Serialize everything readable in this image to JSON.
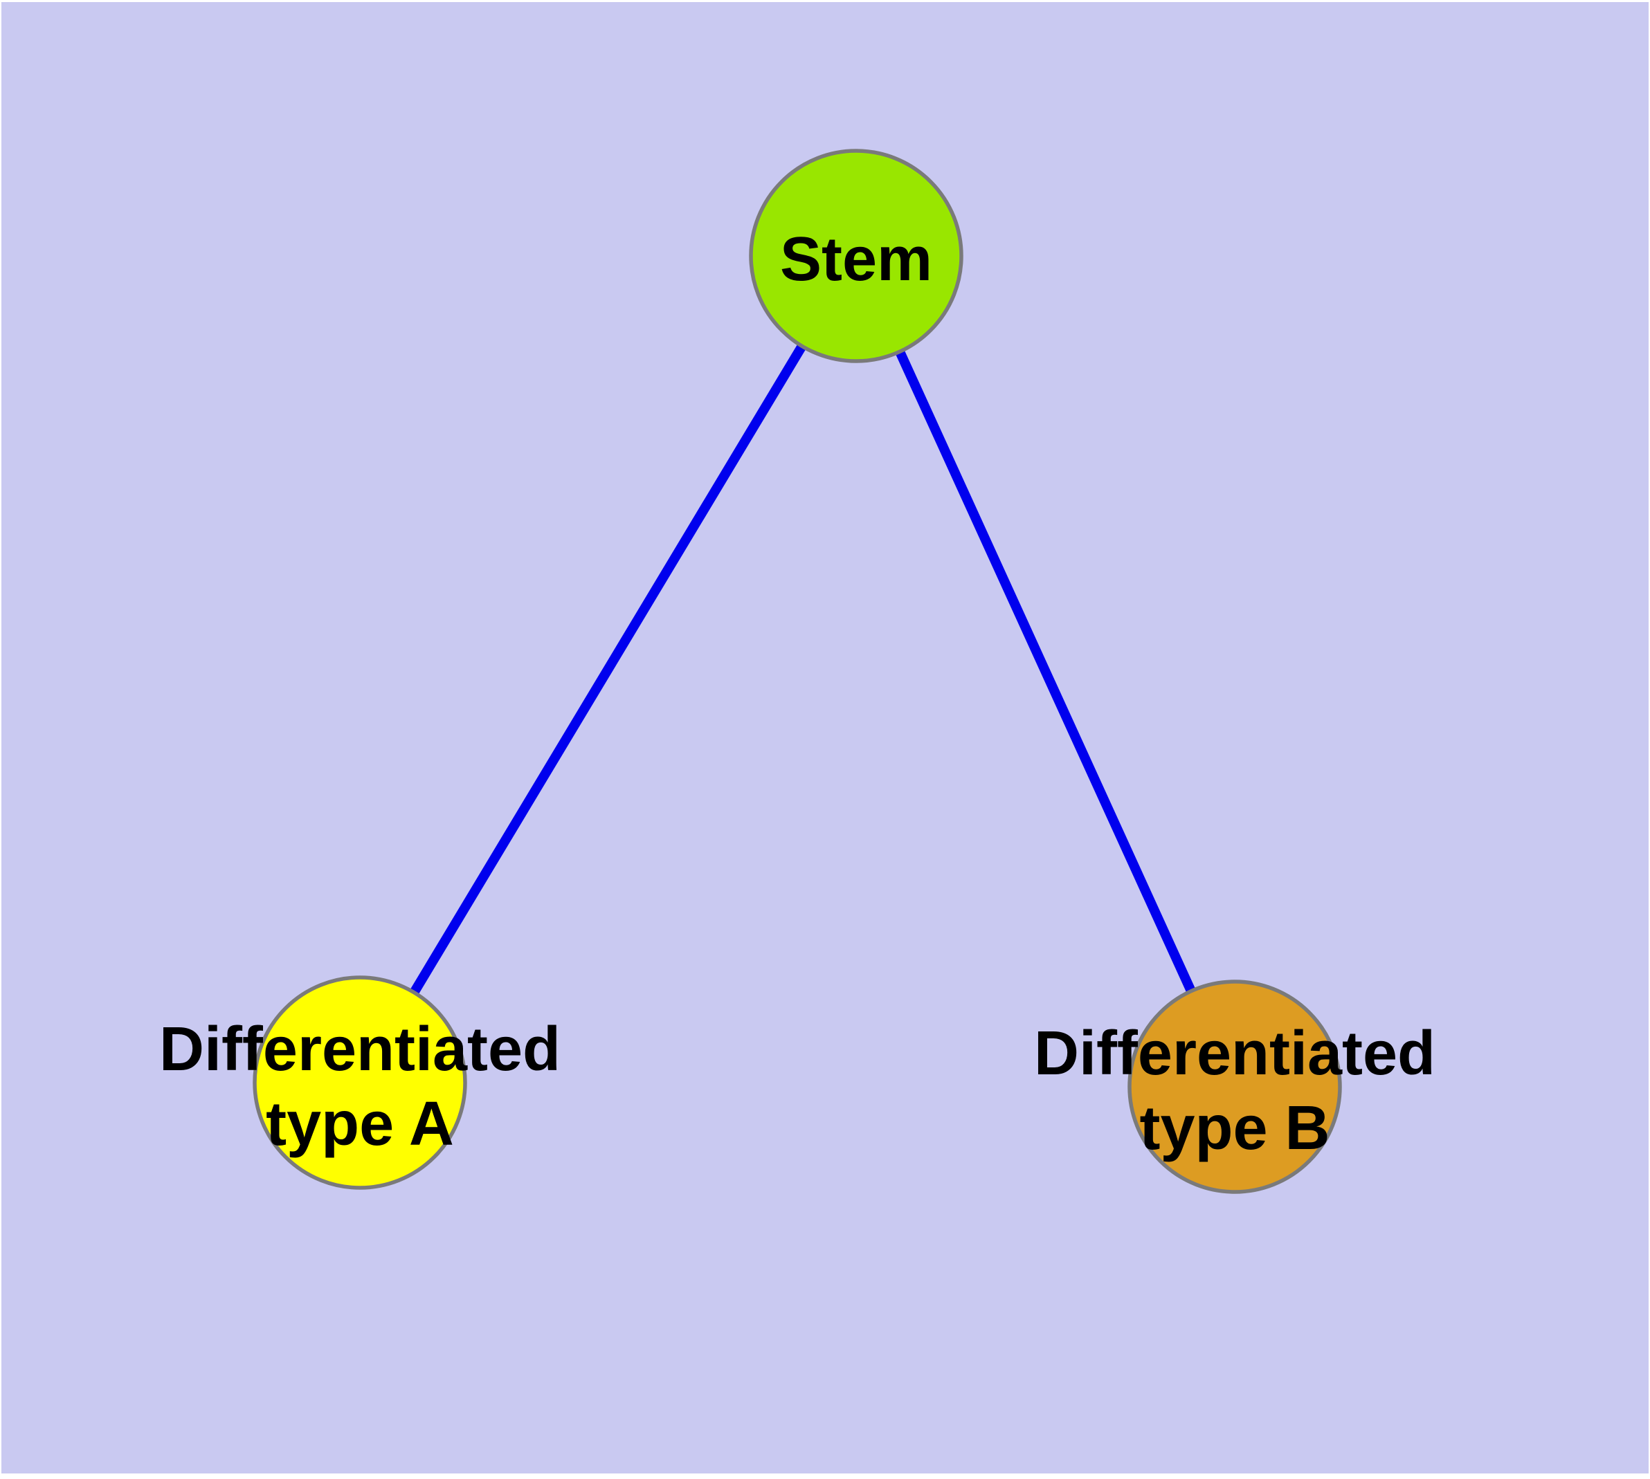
{
  "figure": {
    "description": "Graph diagram of a stem cell differentiating into two cell types",
    "node_count": 3,
    "edge_count": 2
  },
  "colors": {
    "page_background": "#ffffff",
    "canvas_background": "#c9c9f1",
    "edge": "#0000ee",
    "node_border": "#7a7a7a",
    "label_text": "#000000",
    "stem_fill": "#99e600",
    "type_a_fill": "#ffff00",
    "type_b_fill": "#dd9c22"
  },
  "nodes": {
    "stem": {
      "label": "Stem"
    },
    "type_a": {
      "label_line1": "Differentiated",
      "label_line2": "type A"
    },
    "type_b": {
      "label_line1": "Differentiated",
      "label_line2": "type B"
    }
  },
  "edges": [
    {
      "from": "Stem",
      "to": "Differentiated type A"
    },
    {
      "from": "Stem",
      "to": "Differentiated type B"
    }
  ]
}
